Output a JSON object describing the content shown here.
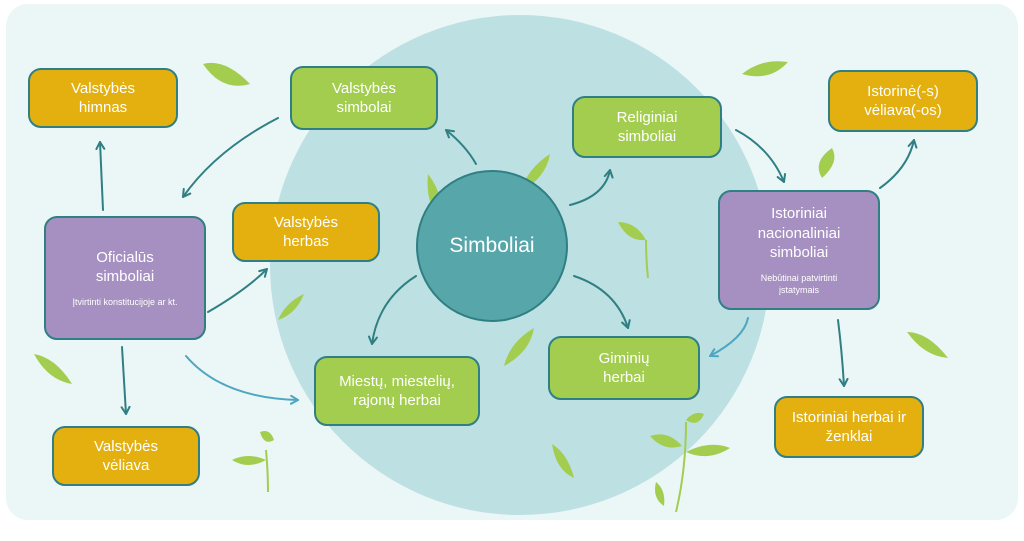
{
  "center": {
    "label": "Simboliai"
  },
  "nodes": {
    "valstybes_himnas": {
      "label": "Valstybės himnas"
    },
    "valstybes_simbolai": {
      "label": "Valstybės simbolai"
    },
    "oficialus_simboliai": {
      "label": "Oficialūs simboliai",
      "note": "Įtvirtinti konstitucijoje ar kt."
    },
    "valstybes_herbas": {
      "label": "Valstybės herbas"
    },
    "valstybes_veliava": {
      "label": "Valstybės vėliava"
    },
    "miestu_herbai": {
      "label": "Miestų, miestelių, rajonų herbai"
    },
    "giminiu_herbai": {
      "label": "Giminių herbai"
    },
    "religiniai_simboliai": {
      "label": "Religiniai simboliai"
    },
    "istoriniai_nacionaliniai": {
      "label": "Istoriniai nacionaliniai simboliai",
      "note": "Nebūtinai patvirtinti įstatymais"
    },
    "istorine_veliava": {
      "label": "Istorinė(-s) vėliava(-os)"
    },
    "istoriniai_herbai": {
      "label": "Istoriniai herbai ir ženklai"
    }
  },
  "colors": {
    "background": "#ebf6f7",
    "circle": "#bde0e3",
    "center": "#57a6aa",
    "border": "#2f7f83",
    "yellow_box": "#e3b010",
    "green_box": "#a3cd4f",
    "purple_box": "#a690c1",
    "arrow_teal": "#2f7f83",
    "arrow_light": "#4da7c0",
    "leaf": "#a3cd4f"
  }
}
